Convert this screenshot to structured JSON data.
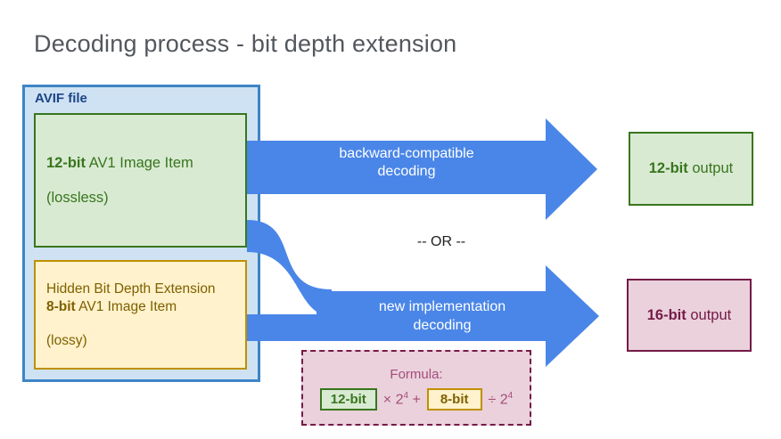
{
  "title": "Decoding process - bit depth extension",
  "avif_file": {
    "label": "AVIF file",
    "green_box": {
      "bold": "12-bit",
      "rest": " AV1 Image Item",
      "note": "(lossless)"
    },
    "yellow_box": {
      "line1": "Hidden Bit Depth Extension",
      "bold": "8-bit",
      "rest": " AV1 Image Item",
      "note": "(lossy)"
    }
  },
  "arrows": {
    "top_label_line1": "backward-compatible",
    "top_label_line2": "decoding",
    "bottom_label_line1": "new implementation",
    "bottom_label_line2": "decoding"
  },
  "or_text": "-- OR --",
  "outputs": {
    "green": {
      "bold": "12-bit",
      "rest": " output"
    },
    "pink": {
      "bold": "16-bit",
      "rest": " output"
    }
  },
  "formula": {
    "title": "Formula:",
    "chip_green": "12-bit",
    "times": "×",
    "base1": "2",
    "exp1": "4",
    "plus": "+",
    "chip_yellow": "8-bit",
    "divide": "÷",
    "base2": "2",
    "exp2": "4"
  },
  "colors": {
    "arrow_blue": "#4a86e8",
    "container_bg": "#cfe2f3",
    "container_border": "#3d85c6",
    "container_label": "#1c4587",
    "green_bg": "#d9ead3",
    "green_border": "#38761d",
    "yellow_bg": "#fff2cc",
    "yellow_border": "#bf9000",
    "yellow_text": "#7f6000",
    "pink_bg": "#ead1dc",
    "pink_border": "#741b47",
    "magenta_text": "#a64d79",
    "title_gray": "#53575d"
  }
}
